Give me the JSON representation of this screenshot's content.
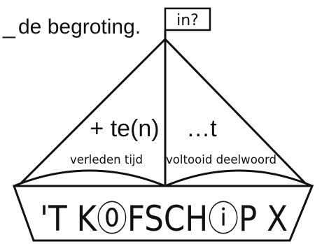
{
  "sentence": {
    "blank": "_",
    "text": "de begroting.",
    "flag_label": "in?"
  },
  "sails": {
    "left": {
      "rule": "+ te(n)",
      "caption": "verleden tijd"
    },
    "right": {
      "rule": "…t",
      "caption": "voltooid deelwoord"
    }
  },
  "hull": {
    "mnemonic": "'T K⓪FSCHⓘP X"
  },
  "colors": {
    "ink": "#111111",
    "background": "#ffffff"
  }
}
